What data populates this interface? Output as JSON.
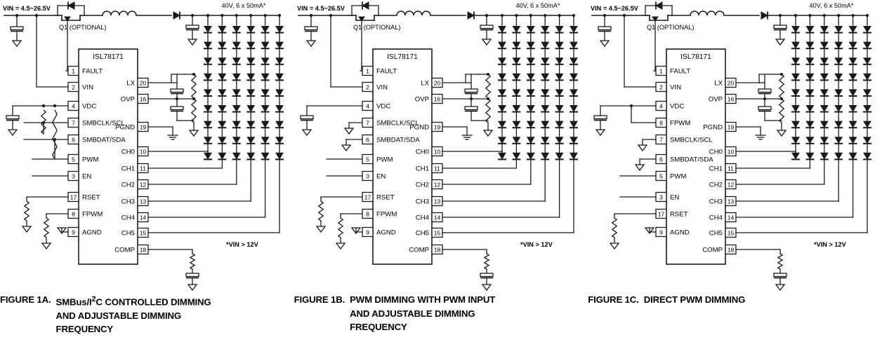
{
  "document": {
    "part_number": "ISL78171",
    "figure_count": 3
  },
  "common_labels": {
    "vin_supply": "VIN = 4.5~26.5V",
    "q1": "Q1 (OPTIONAL)",
    "led_header": "40V, 6 x 50mA*",
    "vin_note": "*VIN > 12V",
    "chip_name": "ISL78171"
  },
  "led_array": {
    "columns": 6,
    "leds_per_column": 9,
    "string_voltage": "40V",
    "current_per_string": "50mA"
  },
  "figures": [
    {
      "id": "1A",
      "caption_lead": "FIGURE 1A.",
      "caption_lines": [
        "SMBus/I2C CONTROLLED DIMMING",
        "AND ADJUSTABLE DIMMING",
        "FREQUENCY"
      ],
      "caption_line1_pre": "SMBus/I",
      "caption_line1_sup": "2",
      "caption_line1_post": "C CONTROLLED DIMMING",
      "left_pins": [
        {
          "num": "1",
          "name": "FAULT"
        },
        {
          "num": "2",
          "name": "VIN"
        },
        {
          "num": "4",
          "name": "VDC"
        },
        {
          "num": "7",
          "name": "SMBCLK/SCL"
        },
        {
          "num": "6",
          "name": "SMBDAT/SDA"
        },
        {
          "num": "5",
          "name": "PWM"
        },
        {
          "num": "3",
          "name": "EN"
        },
        {
          "num": "17",
          "name": "RSET"
        },
        {
          "num": "8",
          "name": "FPWM"
        },
        {
          "num": "9",
          "name": "AGND"
        }
      ],
      "right_pins": [
        {
          "num": "20",
          "name": "LX"
        },
        {
          "num": "16",
          "name": "OVP"
        },
        {
          "num": "19",
          "name": "PGND"
        },
        {
          "num": "10",
          "name": "CH0"
        },
        {
          "num": "11",
          "name": "CH1"
        },
        {
          "num": "12",
          "name": "CH2"
        },
        {
          "num": "13",
          "name": "CH3"
        },
        {
          "num": "14",
          "name": "CH4"
        },
        {
          "num": "15",
          "name": "CH5"
        },
        {
          "num": "18",
          "name": "COMP"
        }
      ],
      "smbus_pullups": true,
      "smbclk_grounded": false,
      "smbdat_grounded": false,
      "rset_resistor": true,
      "fpwm_resistor": true
    },
    {
      "id": "1B",
      "caption_lead": "FIGURE 1B.",
      "caption_lines": [
        "PWM DIMMING WITH PWM INPUT",
        "AND ADJUSTABLE DIMMING",
        "FREQUENCY"
      ],
      "left_pins": [
        {
          "num": "1",
          "name": "FAULT"
        },
        {
          "num": "2",
          "name": "VIN"
        },
        {
          "num": "4",
          "name": "VDC"
        },
        {
          "num": "7",
          "name": "SMBCLK/SCL"
        },
        {
          "num": "6",
          "name": "SMBDAT/SDA"
        },
        {
          "num": "5",
          "name": "PWM"
        },
        {
          "num": "3",
          "name": "EN"
        },
        {
          "num": "17",
          "name": "RSET"
        },
        {
          "num": "8",
          "name": "FPWM"
        },
        {
          "num": "9",
          "name": "AGND"
        }
      ],
      "right_pins": [
        {
          "num": "20",
          "name": "LX"
        },
        {
          "num": "16",
          "name": "OVP"
        },
        {
          "num": "19",
          "name": "PGND"
        },
        {
          "num": "10",
          "name": "CH0"
        },
        {
          "num": "11",
          "name": "CH1"
        },
        {
          "num": "12",
          "name": "CH2"
        },
        {
          "num": "13",
          "name": "CH3"
        },
        {
          "num": "14",
          "name": "CH4"
        },
        {
          "num": "15",
          "name": "CH5"
        },
        {
          "num": "18",
          "name": "COMP"
        }
      ],
      "smbus_pullups": false,
      "smbclk_grounded": true,
      "smbdat_grounded": true,
      "rset_resistor": true,
      "fpwm_resistor": true
    },
    {
      "id": "1C",
      "caption_lead": "FIGURE 1C.",
      "caption_lines": [
        "DIRECT PWM DIMMING"
      ],
      "left_pins": [
        {
          "num": "1",
          "name": "FAULT"
        },
        {
          "num": "2",
          "name": "VIN"
        },
        {
          "num": "4",
          "name": "VDC"
        },
        {
          "num": "8",
          "name": "FPWM"
        },
        {
          "num": "7",
          "name": "SMBCLK/SCL"
        },
        {
          "num": "6",
          "name": "SMBDAT/SDA"
        },
        {
          "num": "5",
          "name": "PWM"
        },
        {
          "num": "3",
          "name": "EN"
        },
        {
          "num": "17",
          "name": "RSET"
        },
        {
          "num": "9",
          "name": "AGND"
        }
      ],
      "right_pins": [
        {
          "num": "20",
          "name": "LX"
        },
        {
          "num": "16",
          "name": "OVP"
        },
        {
          "num": "19",
          "name": "PGND"
        },
        {
          "num": "10",
          "name": "CH0"
        },
        {
          "num": "11",
          "name": "CH1"
        },
        {
          "num": "12",
          "name": "CH2"
        },
        {
          "num": "13",
          "name": "CH3"
        },
        {
          "num": "14",
          "name": "CH4"
        },
        {
          "num": "15",
          "name": "CH5"
        },
        {
          "num": "18",
          "name": "COMP"
        }
      ],
      "smbus_pullups": false,
      "smbclk_grounded": true,
      "smbdat_grounded": true,
      "fpwm_tied_vdc": true,
      "rset_resistor": true,
      "fpwm_resistor": false
    }
  ],
  "colors": {
    "line": "#1a1a1a",
    "text": "#000000",
    "background": "#ffffff"
  }
}
